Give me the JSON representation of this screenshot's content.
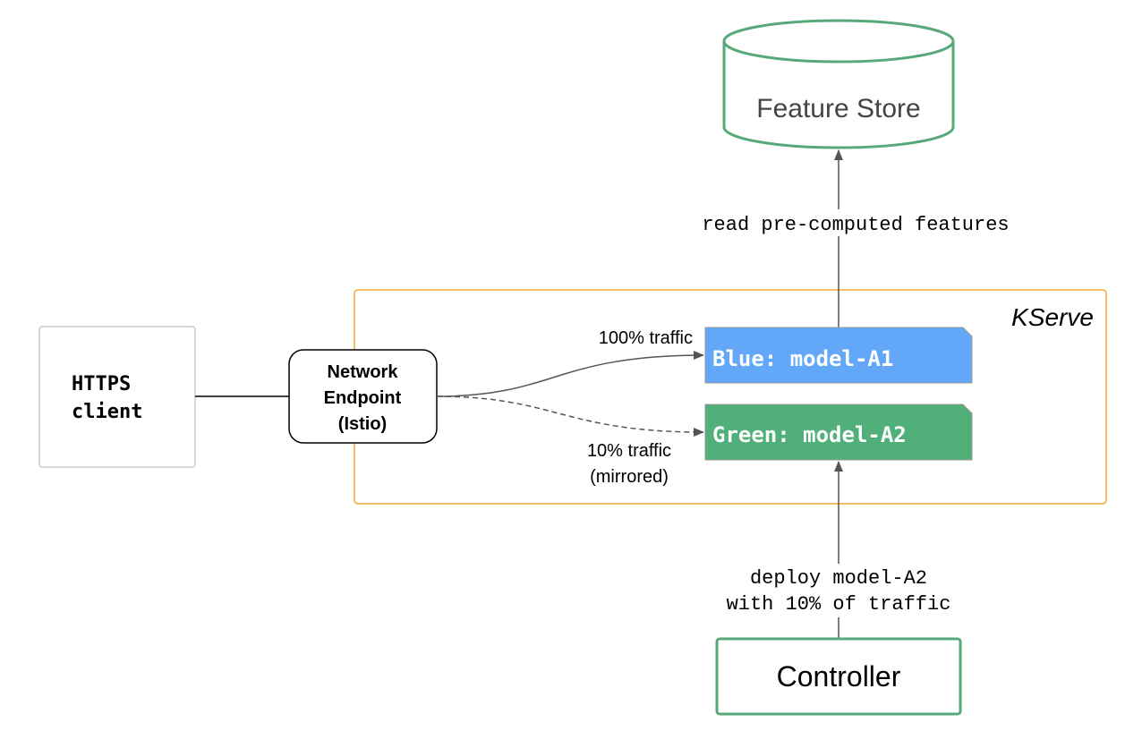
{
  "colors": {
    "green_outline": "#57a97a",
    "orange_outline": "#f6a832",
    "blue_fill": "#63a8f8",
    "green_fill": "#51af79",
    "arrow": "#555555",
    "client_border": "#cccccc",
    "text": "#000000",
    "store_text": "#444444"
  },
  "feature_store": {
    "label": "Feature Store"
  },
  "edges": {
    "read_features": "read pre-computed features",
    "deploy_line1": "deploy model-A2",
    "deploy_line2": "with 10% of traffic",
    "traffic_blue": "100% traffic",
    "traffic_green_line1": "10% traffic",
    "traffic_green_line2": "(mirrored)"
  },
  "kserve": {
    "label": "KServe"
  },
  "client": {
    "line1": "HTTPS",
    "line2": "client"
  },
  "endpoint": {
    "line1": "Network",
    "line2": "Endpoint",
    "line3": "(Istio)"
  },
  "models": {
    "blue": {
      "label": "Blue: model-A1"
    },
    "green": {
      "label": "Green: model-A2"
    }
  },
  "controller": {
    "label": "Controller"
  }
}
